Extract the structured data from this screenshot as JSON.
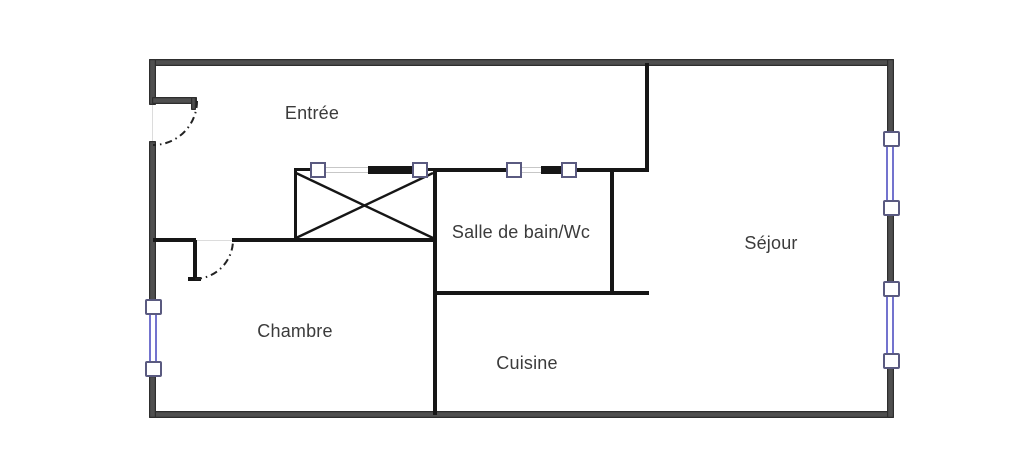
{
  "rooms": [
    {
      "id": "entree",
      "label": "Entrée"
    },
    {
      "id": "salle_de_bain",
      "label": "Salle de bain/Wc"
    },
    {
      "id": "sejour",
      "label": "Séjour"
    },
    {
      "id": "chambre",
      "label": "Chambre"
    },
    {
      "id": "cuisine",
      "label": "Cuisine"
    }
  ],
  "colors": {
    "bg": "#ffffff",
    "exterior_wall": "#4f4f4f",
    "interior_wall": "#161616",
    "window_glass": "#7373ce",
    "window_frame_border": "#5a5a80",
    "slider_track": "#c7c7c7",
    "door_arc": "#222222",
    "label_text": "#3b3b3b"
  }
}
